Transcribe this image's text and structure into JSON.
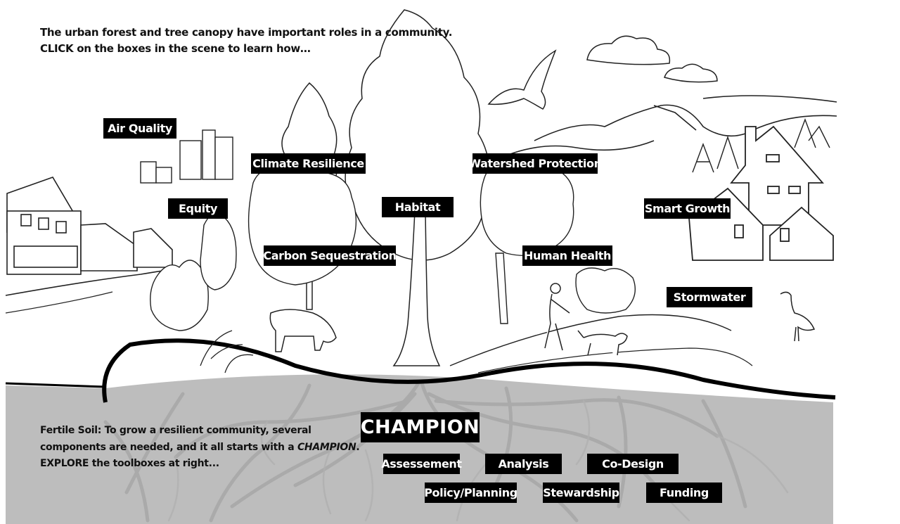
{
  "intro": {
    "line1": "The urban forest and tree canopy have important roles in a community.",
    "line2": "CLICK on the boxes in the scene to learn how…"
  },
  "scene_boxes": [
    {
      "name": "air-quality-box",
      "label": "Air Quality"
    },
    {
      "name": "climate-resilience-box",
      "label": "Climate Resilience"
    },
    {
      "name": "watershed-protection-box",
      "label": "Watershed Protection"
    },
    {
      "name": "equity-box",
      "label": "Equity"
    },
    {
      "name": "habitat-box",
      "label": "Habitat"
    },
    {
      "name": "smart-growth-box",
      "label": "Smart Growth"
    },
    {
      "name": "carbon-sequestration-box",
      "label": "Carbon Sequestration"
    },
    {
      "name": "human-health-box",
      "label": "Human Health"
    },
    {
      "name": "stormwater-box",
      "label": "Stormwater"
    }
  ],
  "soil": {
    "line1": "Fertile Soil: To grow a resilient community, several",
    "line2_pre": "components are needed, and it all starts with a ",
    "line2_em": "CHAMPION",
    "line2_post": ".",
    "line3": "EXPLORE the toolboxes at right..."
  },
  "champion": "CHAMPION",
  "toolboxes": [
    {
      "name": "assessment-box",
      "label": "Assessement"
    },
    {
      "name": "analysis-box",
      "label": "Analysis"
    },
    {
      "name": "co-design-box",
      "label": "Co-Design"
    },
    {
      "name": "policy-planning-box",
      "label": "Policy/Planning"
    },
    {
      "name": "stewardship-box",
      "label": "Stewardship"
    },
    {
      "name": "funding-box",
      "label": "Funding"
    }
  ],
  "colors": {
    "soil": "#bdbdbd",
    "ground_line": "#000000",
    "box_bg": "#000000",
    "box_text": "#ffffff",
    "root": "#9a9a9a"
  }
}
